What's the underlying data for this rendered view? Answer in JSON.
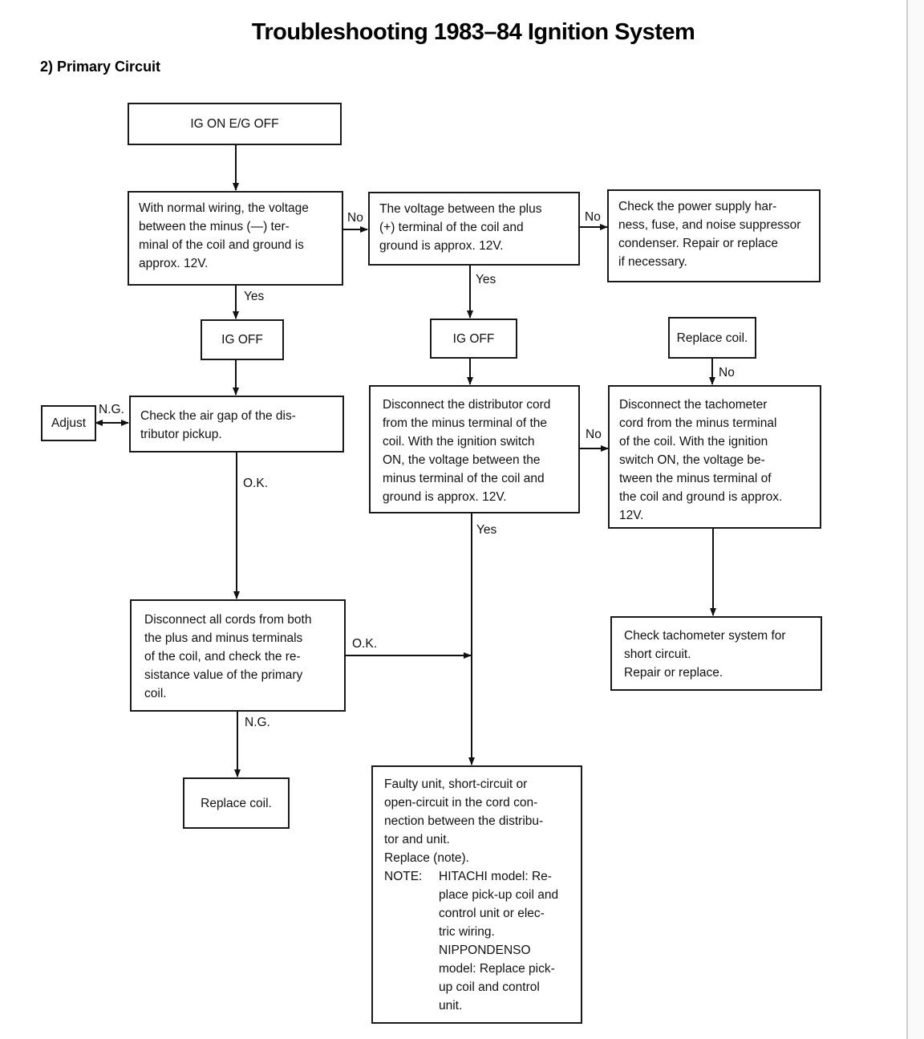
{
  "title": "Troubleshooting 1983–84 Ignition System",
  "subtitle": "2)  Primary Circuit",
  "boxes": {
    "ig_on": "IG ON  E/G  OFF",
    "minus_voltage": "With normal wiring, the voltage\nbetween the minus (—) ter-\nminal of the coil and ground is\napprox. 12V.",
    "plus_voltage": "The voltage between the plus\n(+) terminal of the coil and\nground is approx. 12V.",
    "check_power": "Check the power supply har-\nness, fuse, and noise suppressor\ncondenser.  Repair or replace\nif necessary.",
    "ig_off_1": "IG  OFF",
    "ig_off_2": "IG  OFF",
    "replace_coil_top": "Replace coil.",
    "adjust": "Adjust",
    "air_gap": "Check the air gap of the dis-\ntributor pickup.",
    "disconnect_distributor": "Disconnect the distributor cord\nfrom the minus terminal of the\ncoil. With the ignition switch\nON, the voltage between the\nminus terminal of the coil and\nground is approx. 12V.",
    "disconnect_tacho": "Disconnect the tachometer\ncord from the minus terminal\nof the coil.  With the ignition\nswitch ON, the voltage be-\ntween the minus terminal of\nthe coil and ground is approx.\n12V.",
    "disconnect_all": "Disconnect all cords from both\nthe plus and minus terminals\nof the coil, and check the re-\nsistance value of the primary\ncoil.",
    "check_tacho": "Check tachometer system for\nshort circuit.\nRepair or replace.",
    "replace_coil_bottom": "Replace coil.",
    "faulty_unit": "Faulty unit, short-circuit or\nopen-circuit in the cord con-\nnection between the distribu-\ntor and unit.\nReplace (note).",
    "note_key": "NOTE:",
    "note_text": "HITACHI model: Re-\nplace pick-up coil and\ncontrol unit or elec-\ntric wiring.\nNIPPONDENSO\nmodel: Replace pick-\nup coil and control\nunit."
  },
  "labels": {
    "no_1": "No",
    "no_2": "No",
    "yes_1": "Yes",
    "yes_2": "Yes",
    "no_3": "No",
    "ng_1": "N.G.",
    "ok_1": "O.K.",
    "no_4": "No",
    "yes_3": "Yes",
    "ok_2": "O.K.",
    "ng_2": "N.G."
  }
}
